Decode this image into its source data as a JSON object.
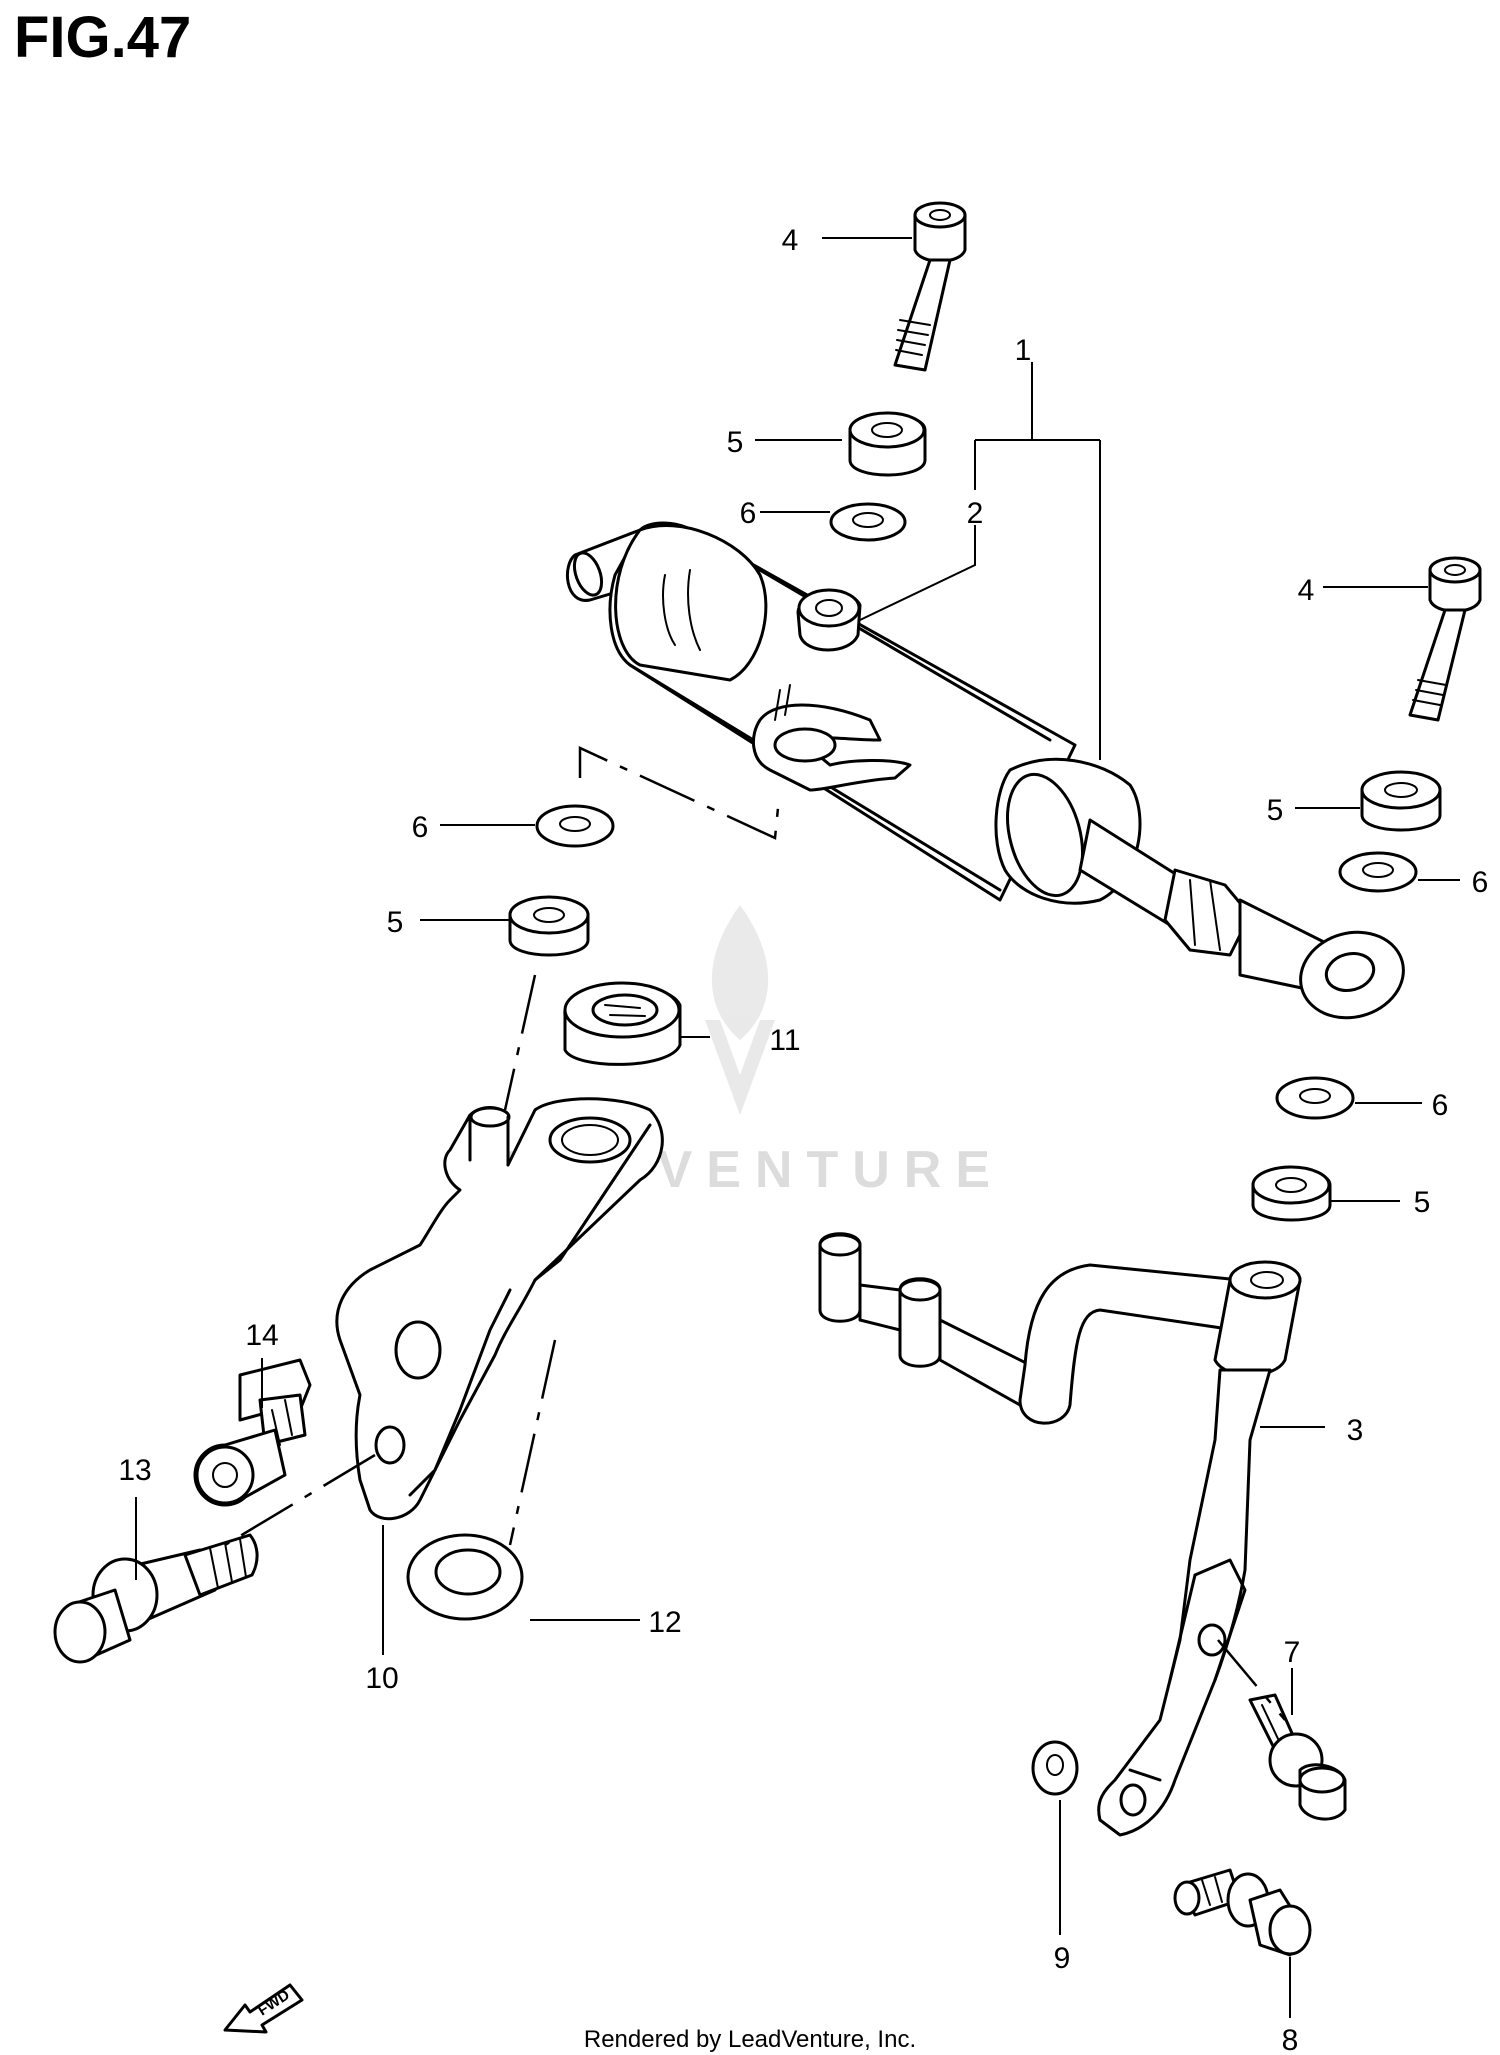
{
  "figure": {
    "title": "FIG.47"
  },
  "callouts": [
    {
      "id": "c1",
      "text": "1"
    },
    {
      "id": "c2",
      "text": "2"
    },
    {
      "id": "c3",
      "text": "3"
    },
    {
      "id": "c4a",
      "text": "4"
    },
    {
      "id": "c4b",
      "text": "4"
    },
    {
      "id": "c5a",
      "text": "5"
    },
    {
      "id": "c5b",
      "text": "5"
    },
    {
      "id": "c5c",
      "text": "5"
    },
    {
      "id": "c5d",
      "text": "5"
    },
    {
      "id": "c6a",
      "text": "6"
    },
    {
      "id": "c6b",
      "text": "6"
    },
    {
      "id": "c6c",
      "text": "6"
    },
    {
      "id": "c6d",
      "text": "6"
    },
    {
      "id": "c7",
      "text": "7"
    },
    {
      "id": "c8",
      "text": "8"
    },
    {
      "id": "c9",
      "text": "9"
    },
    {
      "id": "c10",
      "text": "10"
    },
    {
      "id": "c11",
      "text": "11"
    },
    {
      "id": "c12",
      "text": "12"
    },
    {
      "id": "c13",
      "text": "13"
    },
    {
      "id": "c14",
      "text": "14"
    }
  ],
  "direction_marker": {
    "text": "FWD",
    "icon": "forward-arrow-icon"
  },
  "watermark": {
    "brand": "LEADVENTURE",
    "icon": "flame-logo-icon"
  },
  "footer": {
    "text": "Rendered by LeadVenture, Inc."
  }
}
